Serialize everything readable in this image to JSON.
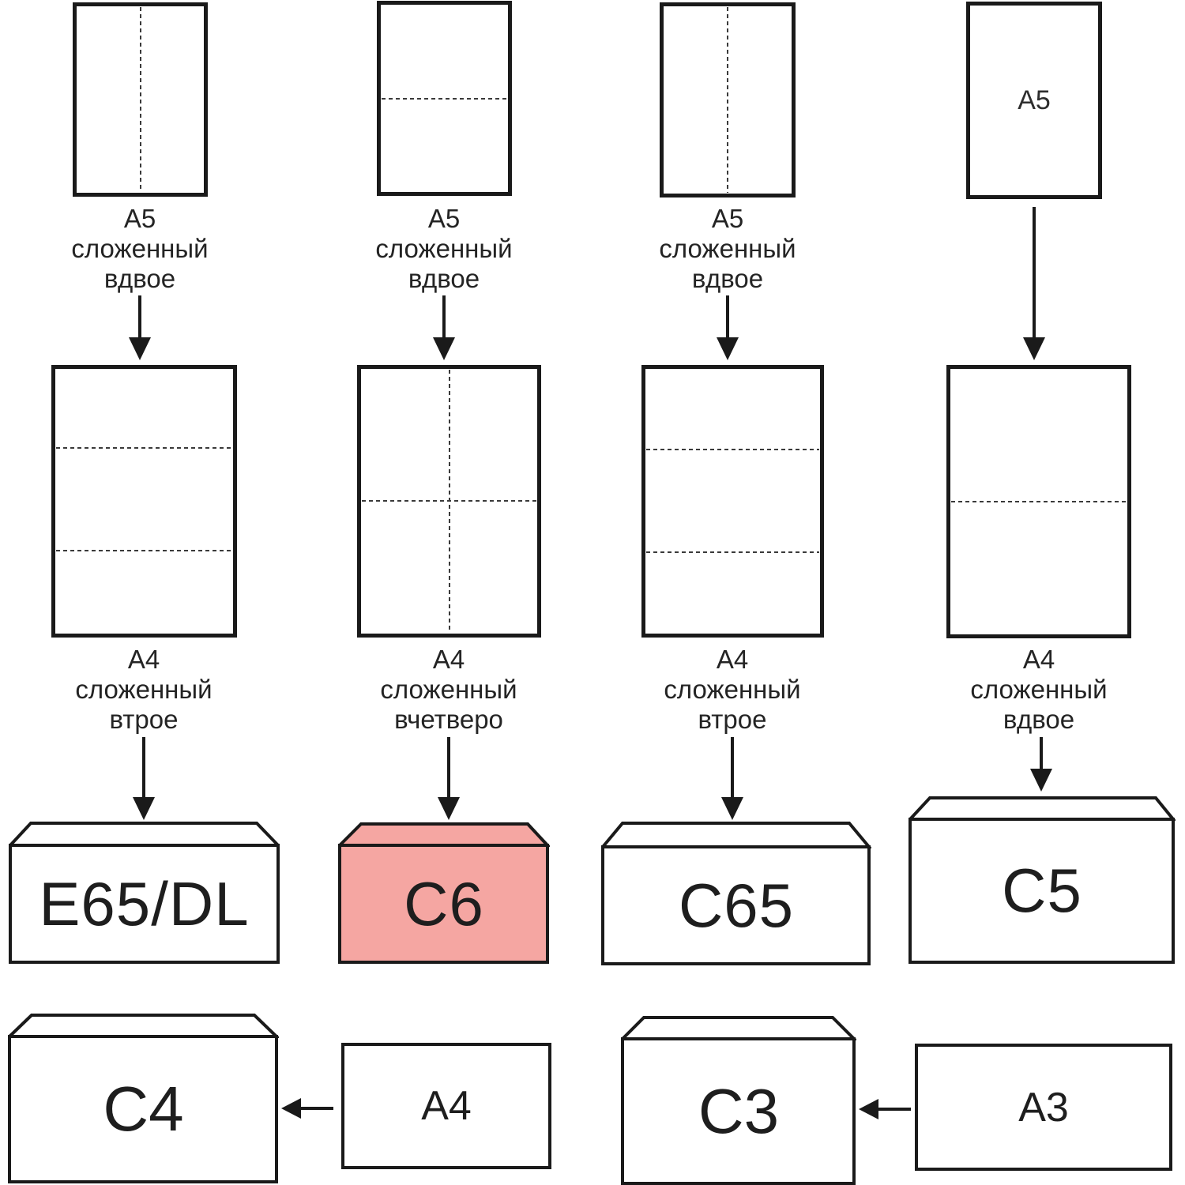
{
  "title": "Paper folding to envelope size diagram",
  "colors": {
    "stroke": "#1a1a1a",
    "highlight": "#f5a6a2",
    "text": "#1e1e1e"
  },
  "columns": [
    {
      "a5_caption": "А5\nсложенный\nвдвое",
      "a4_caption": "А4\nсложенный\nвтрое",
      "envelope_label": "E65/DL"
    },
    {
      "a5_caption": "А5\nсложенный\nвдвое",
      "a4_caption": "А4\nсложенный\nвчетверо",
      "envelope_label": "C6"
    },
    {
      "a5_caption": "А5\nсложенный\nвдвое",
      "a4_caption": "А4\nсложенный\nвтрое",
      "envelope_label": "C65"
    },
    {
      "a5_sheet_label": "A5",
      "a4_caption": "А4\nсложенный\nвдвое",
      "envelope_label": "C5"
    }
  ],
  "bottom_row": [
    {
      "envelope_label": "C4",
      "paper_label": "A4"
    },
    {
      "envelope_label": "C3",
      "paper_label": "A3"
    }
  ]
}
